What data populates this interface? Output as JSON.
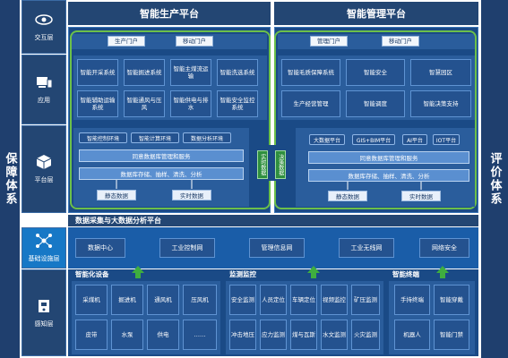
{
  "left_bar": "保障体系",
  "right_bar": "评价体系",
  "layers": {
    "interaction": "交互层",
    "application": "应用",
    "platform": "平台层",
    "infrastructure": "基础设施层",
    "perception": "感知层"
  },
  "titles": {
    "production": "智能生产平台",
    "management": "智能管理平台"
  },
  "interaction": {
    "left": [
      "生产门户",
      "移动门户"
    ],
    "right": [
      "管理门户",
      "移动门户"
    ]
  },
  "app_left": [
    [
      "智能开采系统",
      "智能掘进系统",
      "智能主煤流运输",
      "智能洗选系统"
    ],
    [
      "智能辅助运输系统",
      "智能通风与压风",
      "智能供电与排水",
      "智能安全监控系统"
    ]
  ],
  "app_right": [
    [
      "智能毛质保障系统",
      "智能安全",
      "智慧园区"
    ],
    [
      "生产经营管理",
      "智能调度",
      "智能决策支持"
    ]
  ],
  "platform_left": {
    "chips": [
      "智能控制环境",
      "智能计算环境",
      "数据分析环境"
    ],
    "row1": "同意数据库管理和服务",
    "row2": "数据库存储、抽样、清洗、分析",
    "pills": [
      "静态数据",
      "实时数据"
    ]
  },
  "platform_mid": [
    "实时数据",
    "决策数据"
  ],
  "platform_right": {
    "chips": [
      "大数据平台",
      "GIS+BIM平台",
      "AI平台",
      "IOT平台"
    ],
    "row1": "同意数据库管理和服务",
    "row2": "数据库存储、抽样、清洗、分析",
    "pills": [
      "静态数据",
      "实时数据"
    ]
  },
  "infra": {
    "header": "数据采集与大数据分析平台",
    "items": [
      "数据中心",
      "工业控制网",
      "管理信息网",
      "工业无线网",
      "网络安全"
    ]
  },
  "perception": {
    "group1": {
      "title": "智能化设备",
      "rows": [
        [
          "采煤机",
          "掘进机",
          "通风机",
          "压风机"
        ],
        [
          "皮带",
          "水泵",
          "供电",
          "……"
        ]
      ]
    },
    "group2": {
      "title": "监测监控",
      "rows": [
        [
          "安全监测",
          "人员定位",
          "车辆定位",
          "视频监控",
          "矿压监测"
        ],
        [
          "冲击地压",
          "应力监测",
          "煤与瓦斯",
          "水文监测",
          "火灾监测"
        ]
      ]
    },
    "group3": {
      "title": "智能终端",
      "rows": [
        [
          "手持终端",
          "智能穿戴"
        ],
        [
          "机器人",
          "智能门禁"
        ]
      ]
    }
  }
}
